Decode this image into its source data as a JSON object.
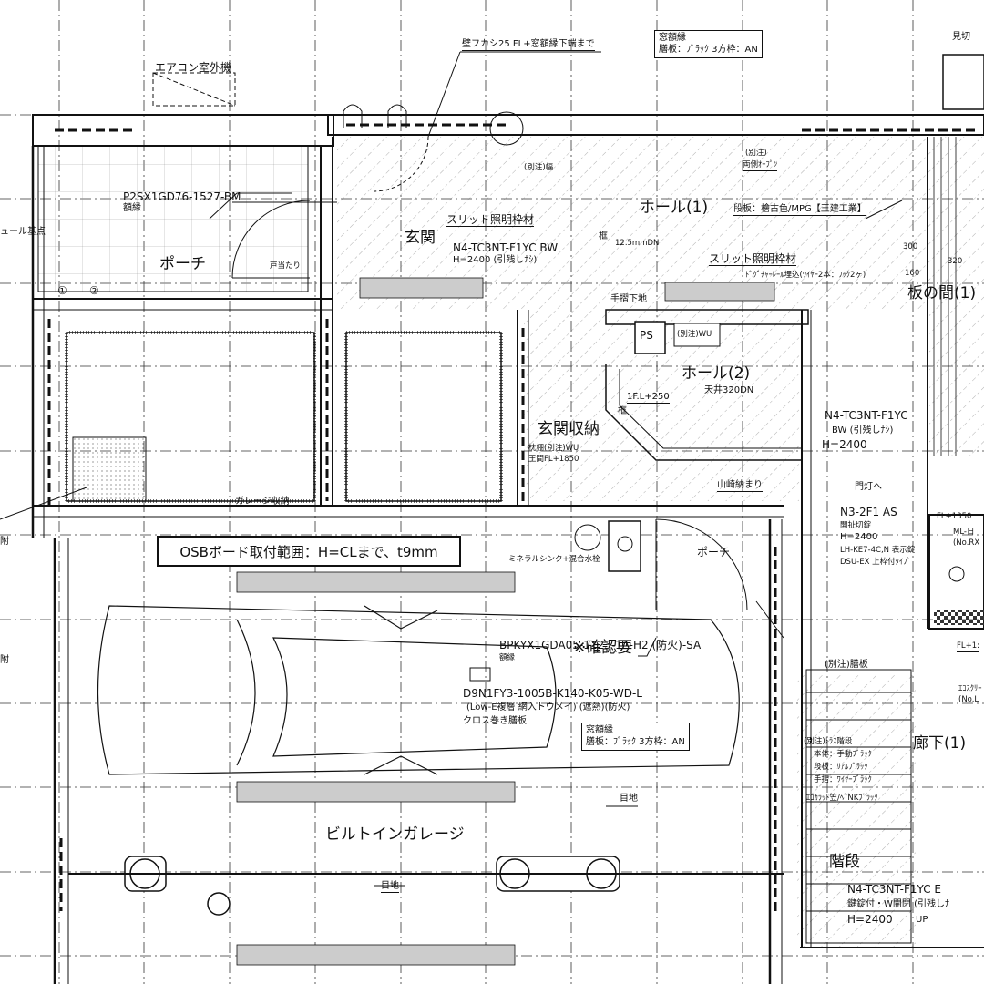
{
  "labels": {
    "aircon": "エアコン室外機",
    "wall_note": "壁フカシ25  FL+窓額縁下端まで",
    "window_note_1": "窓額縁",
    "window_note_2": "膳板：ﾌﾞﾗｯｸ  3方枠：AN",
    "porch_code": "P2SX1GD76-1527-BM",
    "frame": "額縁",
    "module_base": "ュール基点",
    "porch": "ポーチ",
    "door_stop": "戸当たり",
    "circle1": "①",
    "circle2": "②",
    "bessou_haba": "(別注)幅",
    "bessou_ryomen": "(別注)",
    "ryomen_open": "両側ｵｰﾌﾟﾝ",
    "hall1": "ホール(1)",
    "stair_tread": "段板：檜古色/MPG【王建工業】",
    "genkan": "玄関",
    "slit_light_1": "スリット照明枠材",
    "door_code_1": "N4-TC3NT-F1YC BW",
    "door_h_1": "H=2400 (引残しﾅｼ)",
    "waku": "框",
    "dn125": "12.5mmDN",
    "slit_light_2": "スリット照明枠材",
    "track_embed": "ﾄﾞｸﾞﾁｬｰﾚｰﾙ埋込(ﾜｲﾔｰ2本：ﾌｯｸ2ヶ)",
    "dim_300": "300",
    "dim_320": "320",
    "dim_160": "160",
    "itanoma": "板の間(1)",
    "handrail_base": "手摺下地",
    "ps": "PS",
    "bessou_wu": "(別注)WU",
    "hall2": "ホール(2)",
    "ceiling": "天井320DN",
    "fl250": "1F.L+250",
    "door_code_2": "N4-TC3NT-F1YC",
    "door_bw_2": "BW (引残しﾅｼ)",
    "door_h_2": "H=2400",
    "genkan_storage": "玄関収納",
    "shelf_wu": "枕棚(別注)WU",
    "shelf_fl": "王間FL+1850",
    "garage_storage": "ガレージ収納",
    "yamazaki": "山崎納まり",
    "gate_light": "門灯へ",
    "n3_code": "N3-2F1 AS",
    "n3_1": "開扯切錠",
    "n3_2": "H=2400",
    "n3_3": "LH-KE7-4C,N 表示錠",
    "n3_4": "DSU-EX 上枠付ﾀｲﾌﾟ",
    "fl1350": "FL+1350",
    "ml_box": "ML-日",
    "no_rx": "(No.RX",
    "osb_note": "OSBボード取付範囲：H=CLまで、t9mm",
    "sink_note": "ミネラルシンク+混合水栓",
    "porch2": "ポーチ",
    "kakunin": "※確認要",
    "bp_code": "BPKYX1GDA05-1123-1A-H2 (防火)-SA",
    "gakuen": "額縁",
    "d9_code": "D9N1FY3-1005B-K140-K05-WD-L",
    "d9_sub": "(Low-E複層 網入トウメイ) (遮熱)(防火)",
    "cloth": "クロス巻き膳板",
    "window_note_3": "窓額縁",
    "window_note_4": "膳板：ﾌﾞﾗｯｸ  3方枠：AN",
    "fl13": "FL+1:",
    "bessou_zenban": "(別注)膳板",
    "ekosu": "ｴｺｽｸﾘｰ",
    "no_l": "(No.L",
    "stair_spec_1": "(別注)ﾄﾗｽ階段",
    "stair_spec_2": "本体：手動ﾌﾞﾗｯｸ",
    "stair_spec_3": "段板：ﾘｱﾙﾌﾞﾗｯｸ",
    "stair_spec_4": "手摺：ﾜｲﾔｰﾌﾞﾗｯｸ",
    "stair_spec_5": "ｴｺｶﾗｯﾄ笠/ﾍﾞNKﾌﾞﾗｯｸ",
    "corridor": "廊下(1)",
    "meji_1": "目地",
    "built_in_garage": "ビルトインガレージ",
    "meji_2": "目地",
    "stairs": "階段",
    "door_code_3": "N4-TC3NT-F1YC E",
    "door_sub_3": "鍵錠付・W開閉  (引残しﾅ",
    "door_h_3": "H=2400",
    "up": "UP",
    "mikiri": "見切",
    "left_tsuki": "附",
    "left_tsuki2": "附"
  }
}
